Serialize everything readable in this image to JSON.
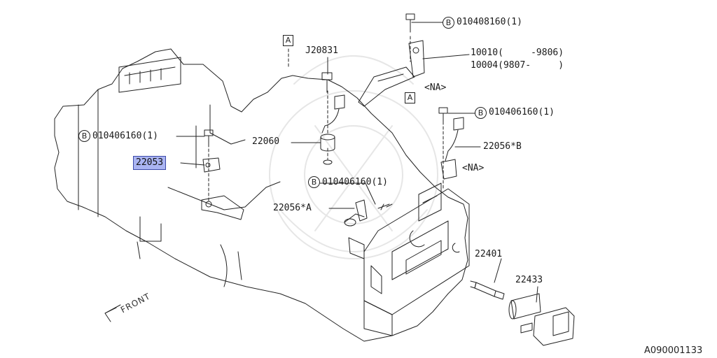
{
  "diagram": {
    "highlighted_part": "22053",
    "front_label": "FRONT",
    "image_code": "A090001133",
    "bolt_mark": "B",
    "ref_mark": "A",
    "labels": {
      "bolt_top": "010408160(1)",
      "bolt_right": "010406160(1)",
      "bolt_left": "010406160(1)",
      "bolt_mid": "010406160(1)",
      "j20831": "J20831",
      "p10010": "10010(     -9806)",
      "p10004": "10004(9807-     )",
      "na_top": "<NA>",
      "na_right": "<NA>",
      "p22060": "22060",
      "p22056b": "22056*B",
      "p22056a": "22056*A",
      "p22401": "22401",
      "p22433": "22433"
    }
  }
}
